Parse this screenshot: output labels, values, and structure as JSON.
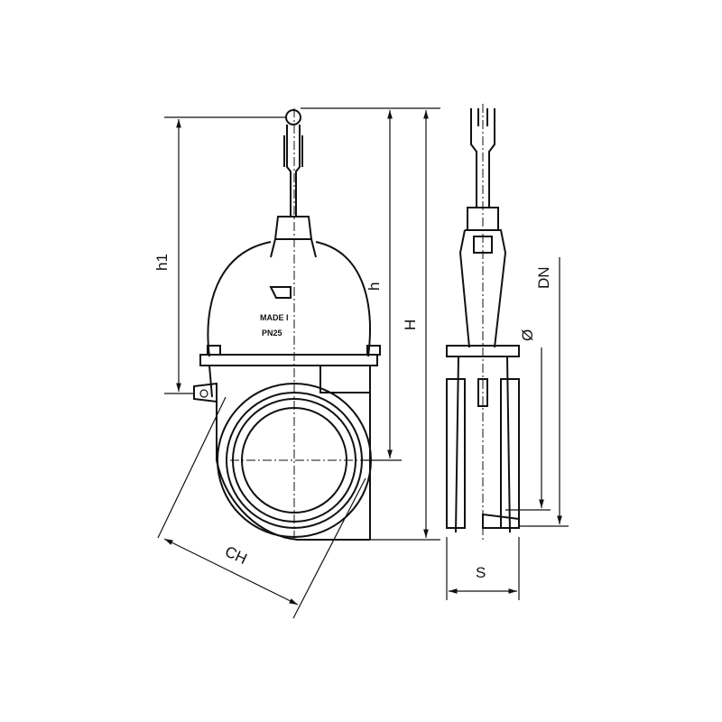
{
  "dimensions": {
    "h1": "h1",
    "h": "h",
    "H": "H",
    "DN": "DN",
    "diameter": "Ø",
    "CH": "CH",
    "S": "S"
  },
  "body_markings": {
    "made_in": "MADE I",
    "pressure": "PN25"
  }
}
